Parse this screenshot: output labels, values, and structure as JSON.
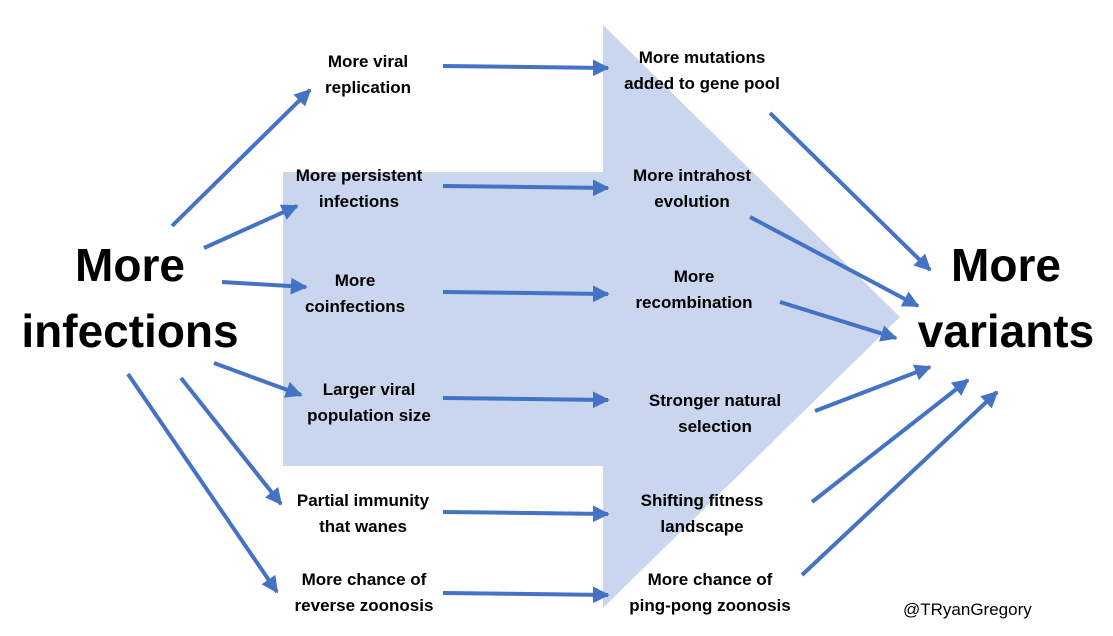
{
  "colors": {
    "arrow": "#4472C4",
    "big_arrow": "#C9D6EE",
    "text": "#000000"
  },
  "source_label": "More\ninfections",
  "target_label": "More\nvariants",
  "left_column": [
    "More viral\nreplication",
    "More persistent\ninfections",
    "More\ncoinfections",
    "Larger viral\npopulation size",
    "Partial immunity\nthat wanes",
    "More chance of\nreverse zoonosis"
  ],
  "right_column": [
    "More mutations\nadded to gene pool",
    "More intrahost\nevolution",
    "More\nrecombination",
    "Stronger natural\nselection",
    "Shifting fitness\nlandscape",
    "More chance of\nping-pong zoonosis"
  ],
  "credit": "@TRyanGregory"
}
